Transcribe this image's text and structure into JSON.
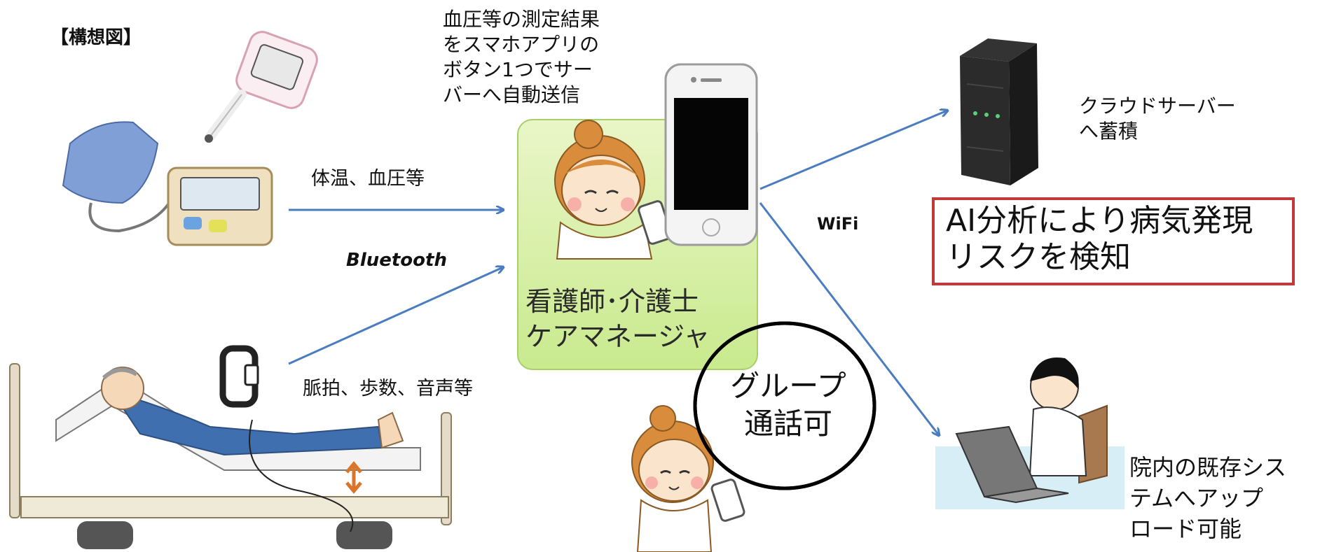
{
  "title": "【構想図】",
  "top_note": "血圧等の測定結果\nをスマホアプリの\nボタン1つでサー\nバーへ自動送信",
  "vitals_label": "体温、血圧等",
  "bluetooth_label": "Bluetooth",
  "wearable_label": "脈拍、歩数、音声等",
  "caregiver_label": "看護師･介護士\nケアマネージャ",
  "wifi_label": "WiFi",
  "cloud_label": "クラウドサーバー\nへ蓄積",
  "ai_label": "AI分析により病気発現\nリスクを検知",
  "group_call_label": "グループ\n通話可",
  "hospital_label": "院内の既存シス\nテムへアップ\nロード可能",
  "icons": [
    "blood-pressure-monitor-icon",
    "thermometer-icon",
    "wristband-icon",
    "patient-bed-icon",
    "smartphone-icon",
    "nurse-icon",
    "server-icon",
    "office-worker-icon"
  ],
  "colors": {
    "arrow": "#4a7cc0",
    "box_fill": "#d7efa8",
    "ai_border": "#c0393b"
  }
}
